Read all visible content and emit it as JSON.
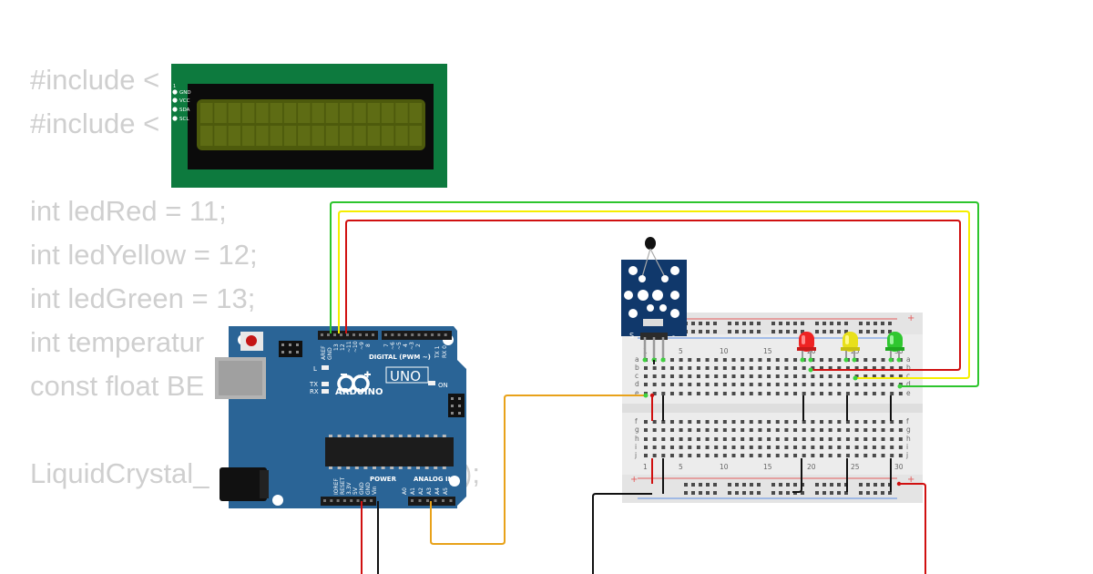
{
  "code_lines": [
    "#include <",
    "#include <",
    "int ledRed = 11;",
    "int ledYellow = 12;",
    "int ledGreen = 13;",
    "int temperatur",
    "const float BE",
    "LiquidCrystal_",
    ");"
  ],
  "lcd": {
    "pins": [
      "GND",
      "VCC",
      "SDA",
      "SCL"
    ],
    "pin1_label": "1"
  },
  "arduino": {
    "brand": "ARDUINO",
    "model": "UNO",
    "header_labels": [
      "AREF",
      "GND",
      "13",
      "12",
      "~11",
      "~10",
      "~9",
      "8",
      "7",
      "~6",
      "~5",
      "4",
      "~3",
      "2",
      "TX 1",
      "RX 0"
    ],
    "digital_label": "DIGITAL (PWM ~)",
    "led_labels": [
      "L",
      "TX",
      "RX"
    ],
    "on_label": "ON",
    "power_label": "POWER",
    "analog_label": "ANALOG IN",
    "power_pins": [
      "IOREF",
      "RESET",
      "3.3V",
      "5V",
      "GND",
      "GND",
      "Vin"
    ],
    "analog_pins": [
      "A0",
      "A1",
      "A2",
      "A3",
      "A4",
      "A5"
    ]
  },
  "sensor": {
    "pin_labels": [
      "S",
      "-"
    ]
  },
  "breadboard": {
    "col_numbers_top": [
      "1",
      "5",
      "10",
      "15",
      "20",
      "25",
      "30"
    ],
    "col_numbers_bottom": [
      "1",
      "5",
      "10",
      "15",
      "20",
      "25",
      "30"
    ],
    "rows_top": [
      "a",
      "b",
      "c",
      "d",
      "e"
    ],
    "rows_bottom": [
      "f",
      "g",
      "h",
      "i",
      "j"
    ],
    "plus_label": "+"
  },
  "colors": {
    "arduino_blue": "#2a6496",
    "lcd_green": "#0d7a3e",
    "lcd_screen": "#4d5a0c",
    "sensor_blue": "#10386b",
    "wire_red": "#d01010",
    "wire_yellow": "#f5ee00",
    "wire_green": "#2ec52e",
    "wire_orange": "#e8a21a",
    "wire_black": "#111111",
    "led_red": "#ee2222",
    "led_yellow": "#e8e01a",
    "led_green": "#2fc72f"
  }
}
